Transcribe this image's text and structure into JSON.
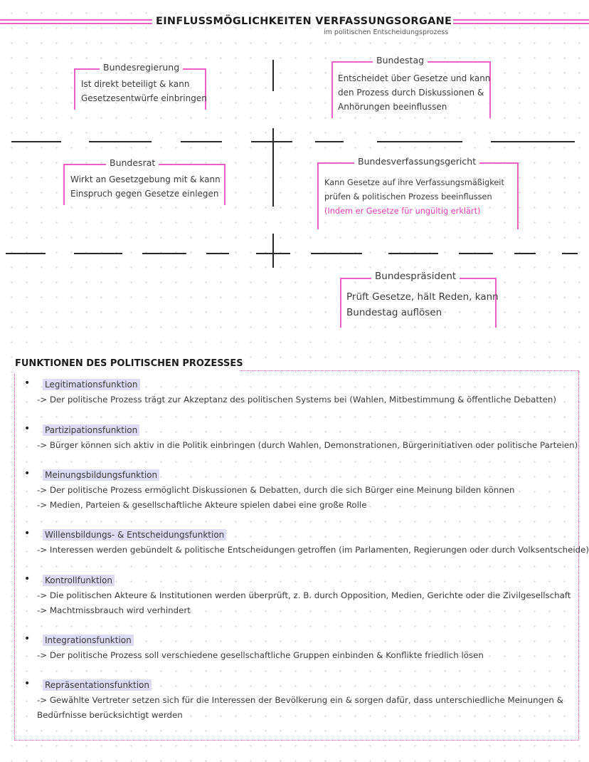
{
  "header": {
    "title": "EINFLUSSMÖGLICHKEITEN VERFASSUNGSORGANE",
    "subtitle": "im politischen Entscheidungsprozess"
  },
  "organs": [
    {
      "name": "Bundesregierung",
      "lines": [
        "Ist direkt beteiligt & kann",
        "Gesetzesentwürfe einbringen"
      ]
    },
    {
      "name": "Bundestag",
      "lines": [
        "Entscheidet über Gesetze und kann",
        "den Prozess durch Diskussionen &",
        "Anhörungen beeinflussen"
      ]
    },
    {
      "name": "Bundesrat",
      "lines": [
        "Wirkt an Gesetzgebung mit & kann",
        "Einspruch gegen Gesetze einlegen"
      ]
    },
    {
      "name": "Bundesverfassungsgericht",
      "lines": [
        "Kann Gesetze auf ihre Verfassungsmäßigkeit",
        "prüfen & politischen Prozess beeinflussen"
      ],
      "note": "(Indem er Gesetze für ungültig erklärt)"
    },
    {
      "name": "Bundespräsident",
      "lines": [
        "Prüft Gesetze, hält Reden, kann",
        "Bundestag auflösen"
      ]
    }
  ],
  "functions_section": {
    "title": "FUNKTIONEN DES POLITISCHEN PROZESSES",
    "items": [
      {
        "name": "Legitimationsfunktion",
        "lines": [
          "-> Der politische Prozess trägt zur Akzeptanz des politischen Systems bei (Wahlen, Mitbestimmung & öffentliche Debatten)"
        ]
      },
      {
        "name": "Partizipationsfunktion",
        "lines": [
          "-> Bürger können sich aktiv in die Politik einbringen (durch Wahlen, Demonstrationen, Bürgerinitiativen oder politische Parteien)"
        ]
      },
      {
        "name": "Meinungsbildungsfunktion",
        "lines": [
          "-> Der politische Prozess ermöglicht Diskussionen & Debatten, durch die sich Bürger eine Meinung bilden können",
          "-> Medien, Parteien & gesellschaftliche Akteure spielen dabei eine große Rolle"
        ]
      },
      {
        "name": "Willensbildungs- & Entscheidungsfunktion",
        "lines": [
          "-> Interessen werden gebündelt & politische Entscheidungen getroffen (im Parlamenten, Regierungen oder durch Volksentscheide)"
        ]
      },
      {
        "name": "Kontrollfunktion",
        "lines": [
          "-> Die politischen Akteure & Institutionen werden überprüft, z. B. durch Opposition, Medien, Gerichte oder die Zivilgesellschaft",
          "-> Machtmissbrauch wird verhindert"
        ]
      },
      {
        "name": "Integrationsfunktion",
        "lines": [
          "-> Der politische Prozess soll verschiedene gesellschaftliche Gruppen einbinden & Konflikte friedlich lösen"
        ]
      },
      {
        "name": "Repräsentationsfunktion",
        "lines": [
          "-> Gewählte Vertreter setzen sich für die Interessen der Bevölkerung ein & sorgen dafür, dass unterschiedliche Meinungen &",
          "Bedürfnisse berücksichtigt werden"
        ]
      }
    ]
  },
  "colors": {
    "accent": "#ec5fc4",
    "highlight": "#dcdcf5",
    "note_pink": "#e63cb4"
  }
}
